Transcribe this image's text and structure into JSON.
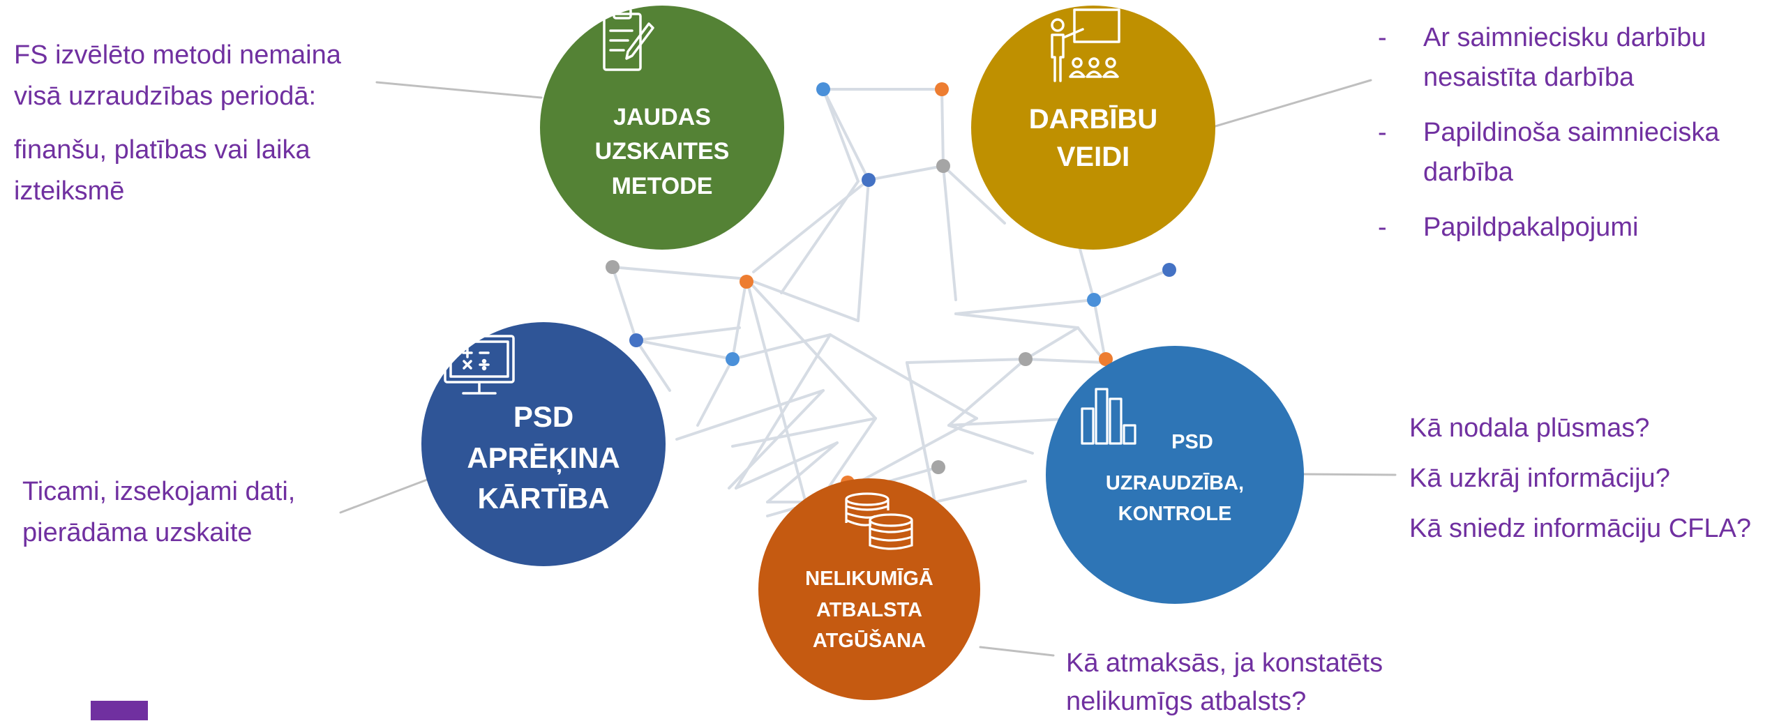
{
  "colors": {
    "green": "#548235",
    "gold": "#bf9000",
    "blue_dark": "#2f5597",
    "blue_mid": "#2e75b6",
    "orange": "#c55a11",
    "text_purple": "#7030a0",
    "network_line": "#d6dce4",
    "node_blue": "#4a90d9",
    "node_orange": "#ed7d31",
    "node_gray": "#a5a5a5"
  },
  "circles": {
    "jaudas": {
      "label": "JAUDAS\nUZSKAITES\nMETODE",
      "icon": "clipboard-pencil-icon"
    },
    "darbibu": {
      "label": "DARBĪBU\nVEIDI",
      "icon": "teacher-presentation-icon"
    },
    "psd_aprekina": {
      "label": "PSD\nAPRĒĶINA\nKĀRTĪBA",
      "icon": "calculator-monitor-icon"
    },
    "psd_uzraudziba": {
      "label_psd": "PSD",
      "label_rest": "UZRAUDZĪBA,\nKONTROLE",
      "icon": "bar-chart-icon"
    },
    "nelikumiga": {
      "label": "NELIKUMĪGĀ\nATBALSTA\nATGŪŠANA",
      "icon": "coin-stack-icon"
    }
  },
  "notes": {
    "jaudas": {
      "line1": "FS izvēlēto metodi nemaina",
      "line2": "visā uzraudzības periodā:",
      "line3": "finanšu, platības vai laika",
      "line4": "izteiksmē"
    },
    "darbibu": {
      "bullets": [
        {
          "dash": "-",
          "text": "Ar saimniecisku darbību nesaistīta darbība"
        },
        {
          "dash": "-",
          "text": "Papildinoša saimnieciska darbība"
        },
        {
          "dash": "-",
          "text": "Papildpakalpojumi"
        }
      ]
    },
    "psd_aprekina": {
      "line1": "Ticami, izsekojami dati,",
      "line2": "pierādāma uzskaite"
    },
    "psd_uzraudziba": {
      "q1": "Kā nodala plūsmas?",
      "q2": "Kā uzkrāj informāciju?",
      "q3": "Kā sniedz informāciju CFLA?"
    },
    "nelikumiga": {
      "line1": "Kā atmaksās, ja konstatēts",
      "line2": "nelikumīgs atbalsts?"
    }
  }
}
